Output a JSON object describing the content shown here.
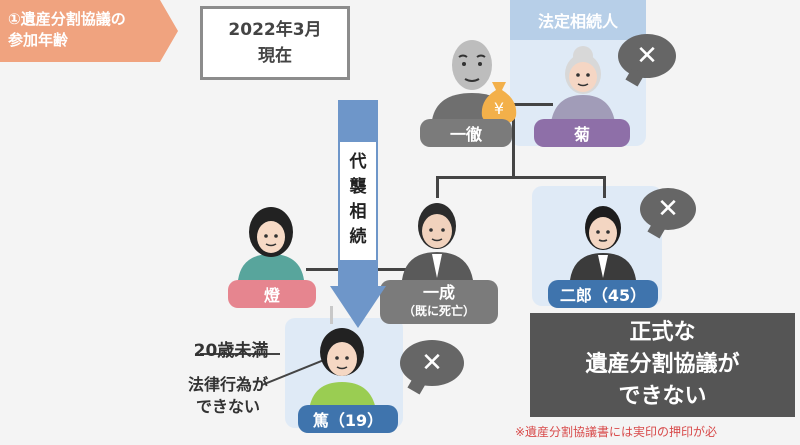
{
  "title_tag": {
    "line1": "①遺産分割協議の",
    "line2": "参加年齢"
  },
  "date_box": {
    "line1": "2022年3月",
    "line2": "現在"
  },
  "legal_heirs_header": "法定相続人",
  "persons": {
    "ittetsu": "一徹",
    "kiku": "菊",
    "touka": "燈",
    "issei": {
      "name": "一成",
      "note": "（既に死亡）"
    },
    "jiro": "二郎（45）",
    "atsushi": "篤（19）"
  },
  "inheritance_arrow": {
    "chars": [
      "代",
      "襲",
      "相",
      "続"
    ]
  },
  "minor_label": "20歳未満",
  "legal_act_label": {
    "line1": "法律行為が",
    "line2": "できない"
  },
  "cross_mark": "✕",
  "yen_mark": "¥",
  "notice": {
    "line1": "正式な",
    "line2": "遺産分割協議が",
    "line3": "できない"
  },
  "footnote": "※遺産分割協議書には実印の押印が必",
  "colors": {
    "accent_orange": "#f0a37f",
    "panel": "#dfeaf6",
    "arrow": "#6e96c9",
    "label_blue": "#3f74ad"
  }
}
